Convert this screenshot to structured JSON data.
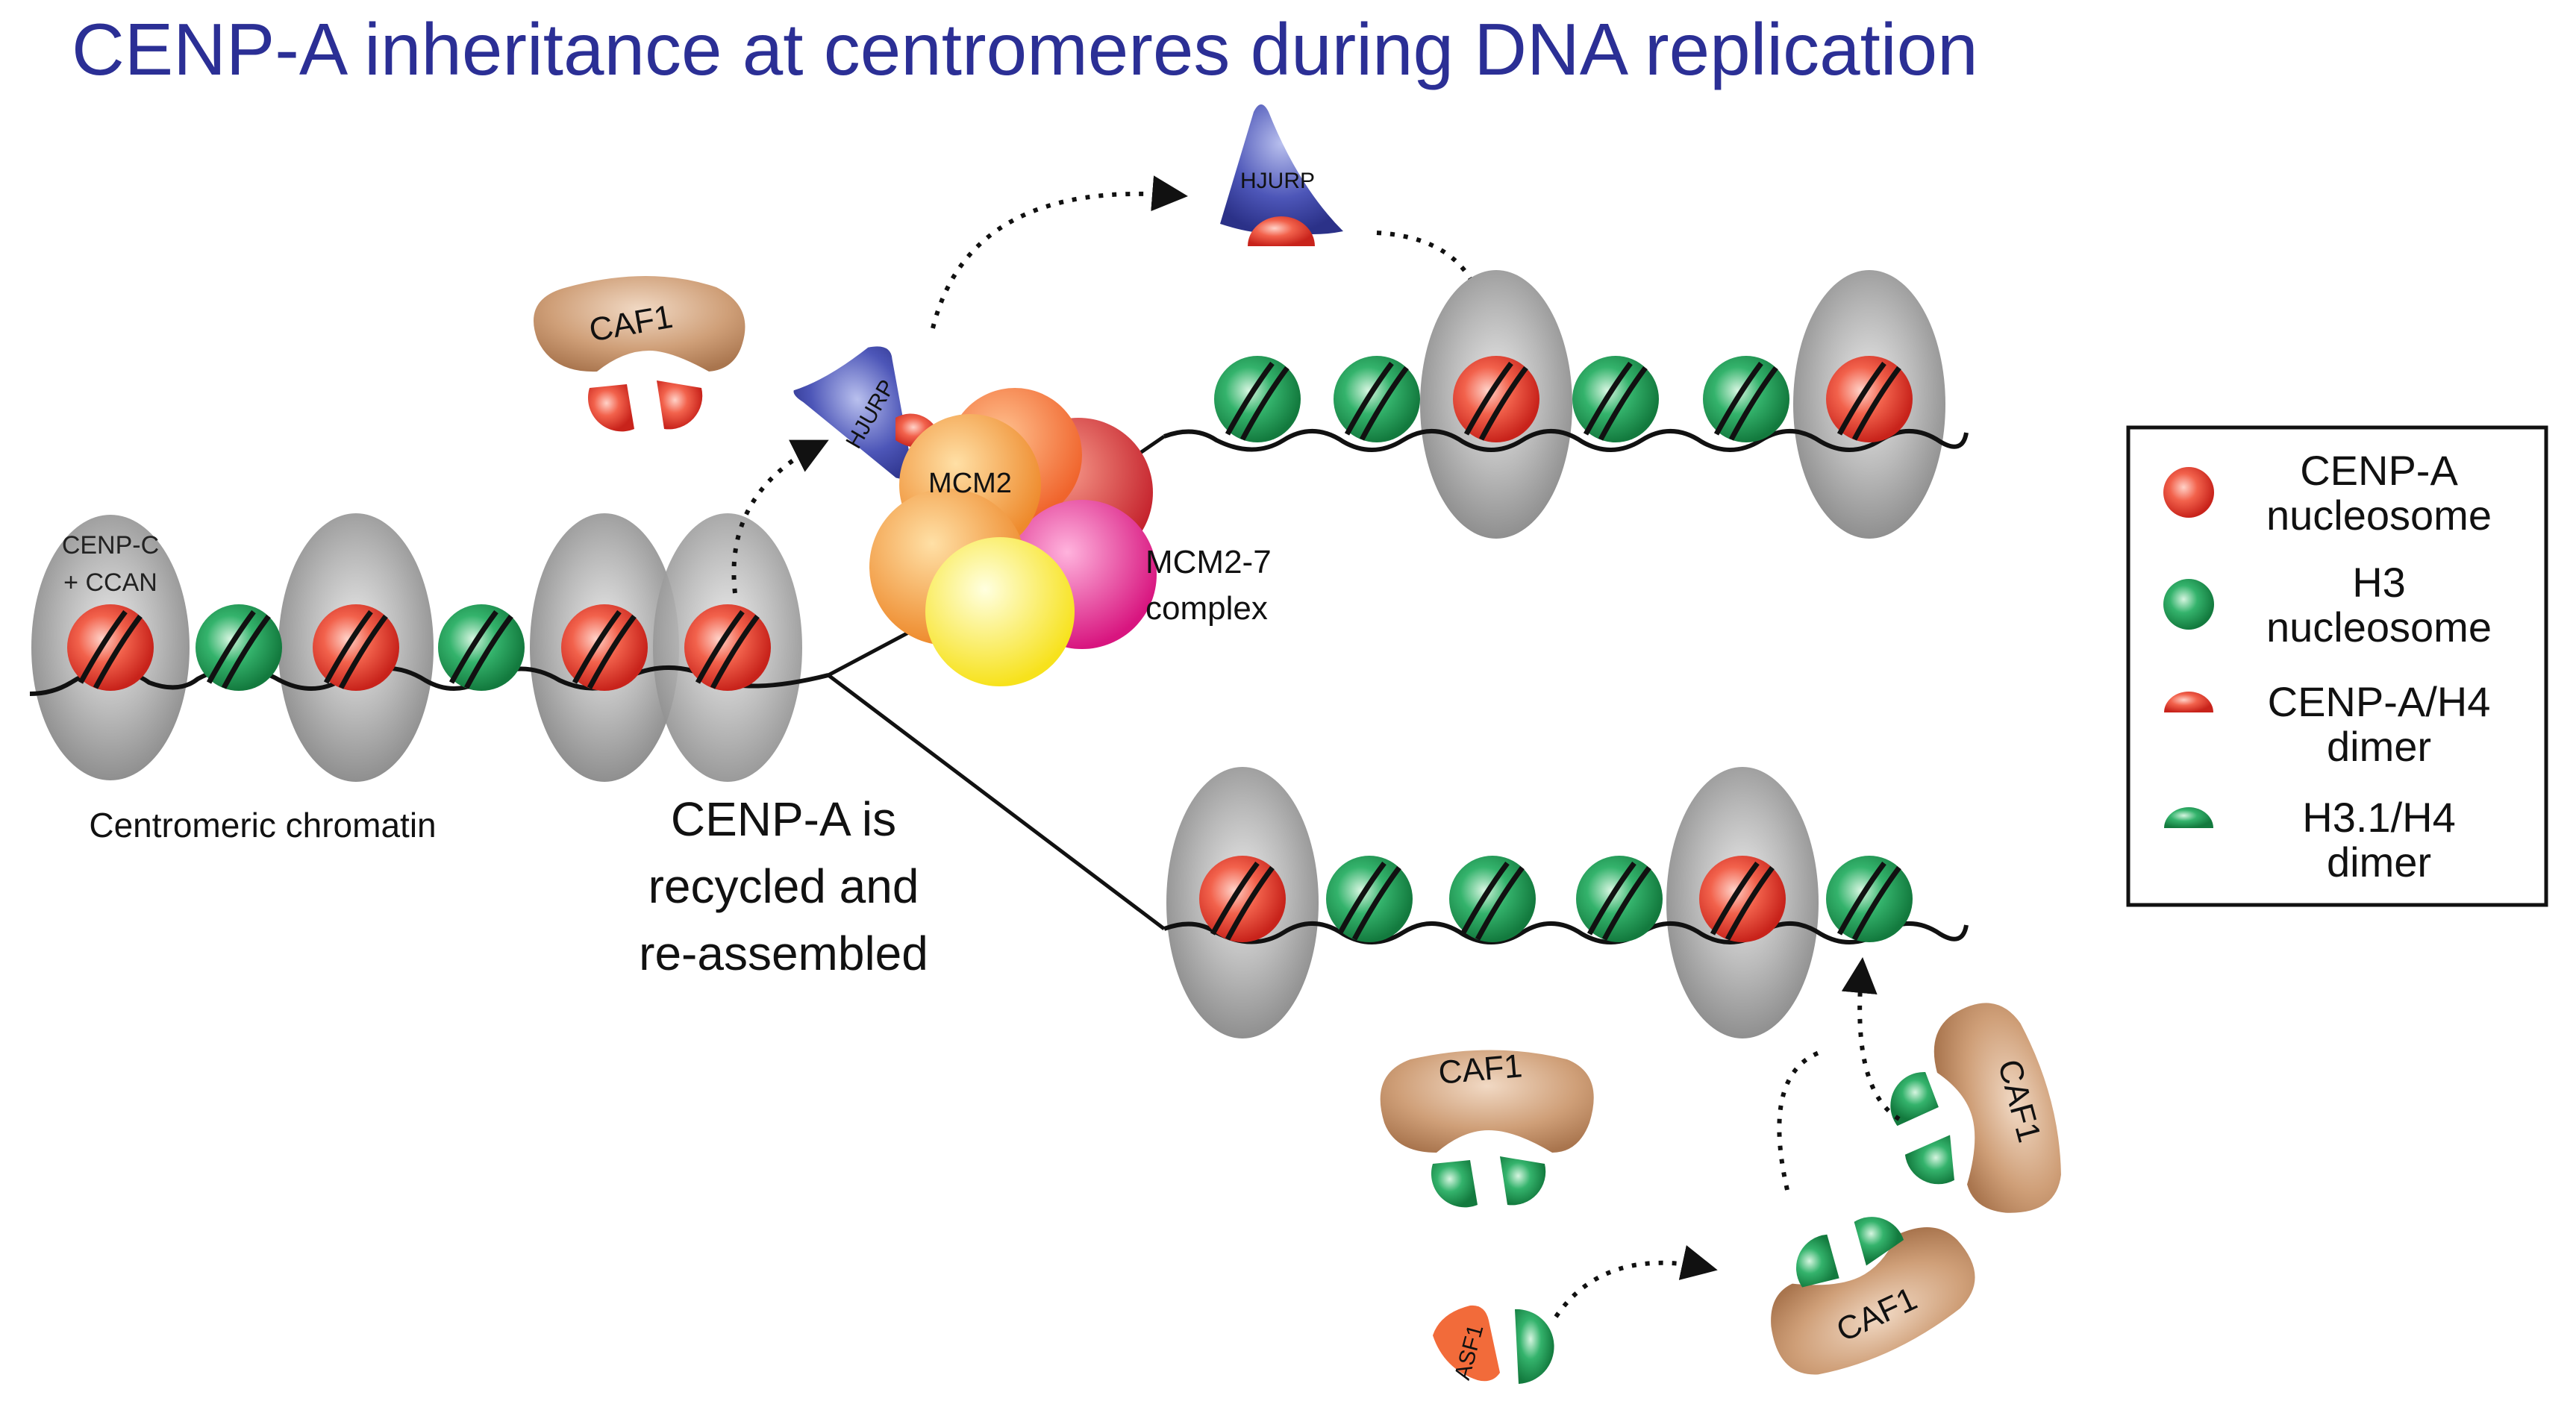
{
  "title": "CENP-A inheritance at centromeres during DNA replication",
  "labels": {
    "centromeric_chromatin": "Centromeric chromatin",
    "cenpc_line1": "CENP-C",
    "cenpc_line2": "+ CCAN",
    "recycled_line1": "CENP-A is",
    "recycled_line2": "recycled and",
    "recycled_line3": "re-assembled",
    "mcm_line1": "MCM2-7",
    "mcm_line2": "complex",
    "mcm2": "MCM2",
    "hjurp": "HJURP",
    "caf1": "CAF1",
    "asf1": "ASF1"
  },
  "legend": {
    "items": [
      {
        "line1": "CENP-A",
        "line2": "nucleosome"
      },
      {
        "line1": "H3",
        "line2": "nucleosome"
      },
      {
        "line1": "CENP-A/H4",
        "line2": "dimer"
      },
      {
        "line1": "H3.1/H4",
        "line2": "dimer"
      }
    ]
  },
  "colors": {
    "title": "#2b2f95",
    "cenpa": "#e53a2a",
    "h3": "#1f9a55",
    "hjurp": "#3d45a0",
    "caf1": "#c99a74",
    "ellipse": "#a9a9a9",
    "mcm_red": "#d9363b",
    "mcm_orange": "#f39a3b",
    "mcm_magenta": "#e8238f",
    "mcm_yellow": "#ffef2a"
  }
}
